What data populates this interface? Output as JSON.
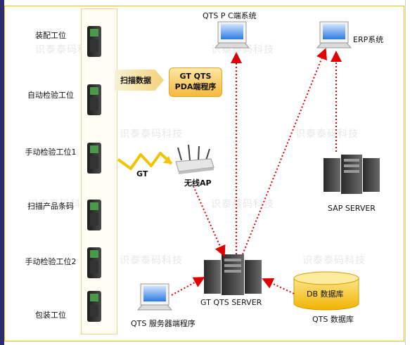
{
  "stations": [
    {
      "label": "装配工位"
    },
    {
      "label": "自动检验工位"
    },
    {
      "label": "手动检验工位1"
    },
    {
      "label": "扫描产品条码"
    },
    {
      "label": "手动检验工位2"
    },
    {
      "label": "包装工位"
    }
  ],
  "scan_arrow": {
    "label": "扫描数据"
  },
  "pda_app": {
    "line1": "GT  QTS",
    "line2": "PDA端程序"
  },
  "wireless": {
    "signal_label": "GT",
    "ap_label": "无线AP"
  },
  "nodes": {
    "qts_pc": "QTS  P C端系统",
    "erp": "ERP系统",
    "sap_server": "SAP SERVER",
    "gt_server": "GT QTS SERVER",
    "qts_service": "QTS 服务器端程序",
    "db_inner": "DB  数据库",
    "db_label": "QTS 数据库"
  },
  "watermark": "识泰泰码科技",
  "colors": {
    "arrow": "#e00000",
    "frame": "#f0c000",
    "db_fill": "#f6c20e",
    "app_fill": "#f4b93c"
  }
}
